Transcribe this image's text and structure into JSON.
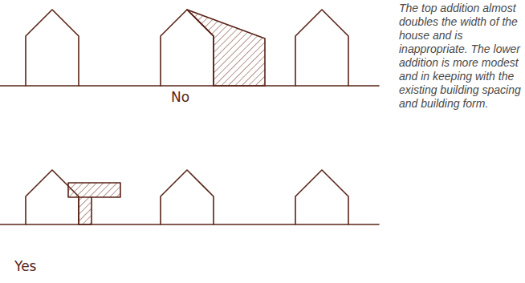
{
  "diagram": {
    "labels": [
      "No",
      "Yes",
      "The top addition almost doubles the width of the house and is inappropriate. The lower addition is more modest and in keeping with the existing building spacing and building form."
    ]
  }
}
